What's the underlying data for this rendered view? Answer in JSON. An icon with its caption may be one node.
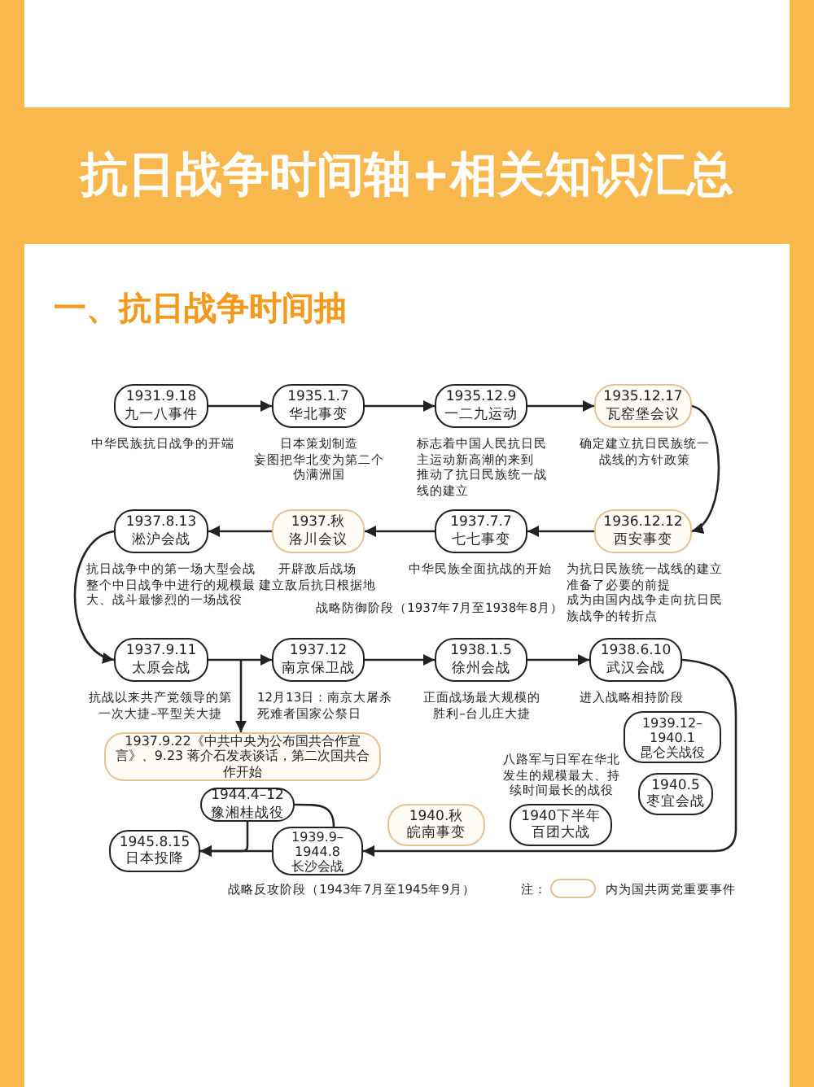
{
  "diagram": {
    "title": "抗日战争时间轴+相关知识汇总",
    "nodes": [
      {
        "text": [
          "1931.9.18",
          "九一八事件"
        ],
        "beside": [
          "中华民族抗日战争的开端"
        ]
      },
      {
        "text": [
          "1935.1.7",
          "华北事变"
        ],
        "beside": [
          "日本策划制造",
          "妄图把华北变为第二个伪满洲国"
        ]
      },
      {
        "text": [
          "1935.12.9",
          "一二九运动"
        ],
        "beside": [
          "标志着中国人民抗日民主运动新高潮的来到",
          "推动了抗日民族统一战线的建立"
        ]
      },
      {
        "text": [
          "1935.12.17",
          "瓦窑堡会议"
        ],
        "beside": [
          "确定建立抗日民族统一战线的方针政策"
        ]
      },
      {
        "text": [
          "1936.12.12",
          "西安事变"
        ],
        "beside": [
          "为抗日民族统一战线的建立准备了必要的前提",
          "成为由国内战争走向抗日民族战争的转折点"
        ]
      },
      {
        "text": [
          "1937.7.7",
          "七七事变"
        ],
        "beside": [
          "中华民族全面抗战的开始"
        ]
      },
      {
        "text": [
          "1937.秋",
          "洛川会议"
        ],
        "beside": [
          "开辟敌后战场",
          "建立敌后抗日根据地"
        ]
      },
      {
        "text": [
          "1937.8.13",
          "淞沪会战"
        ],
        "beside": [
          "抗日战争中的第一场大型会战",
          "整个中日战争中进行的规模最大、战斗最惨烈的一场战役"
        ]
      },
      {
        "text": [
          "1937.9.11",
          "太原会战"
        ],
        "beside": [
          "抗战以来共产党领导的第一次大捷–平型关大捷"
        ]
      },
      {
        "text": [
          "1937.12",
          "南京保卫战"
        ],
        "beside": [
          "12月13日：南京大屠杀死难者国家公祭日"
        ]
      },
      {
        "text": [
          "1938.1.5",
          "徐州会战"
        ],
        "beside": [
          "正面战场最大规模的胜利–台儿庄大捷"
        ]
      },
      {
        "text": [
          "1938.6.10",
          "武汉会战"
        ],
        "beside": [
          "进入战略相持阶段"
        ]
      },
      {
        "text": [
          "1937.9.22《中共中央为公布国共合作宣言》、9.23 蒋介石发表谈话，第二次国共合作开始"
        ]
      },
      {
        "text": [
          "1939.12–1940.1",
          "昆仑关战役"
        ]
      },
      {
        "text": [
          "1940.5",
          "枣宜会战"
        ]
      },
      {
        "text": [
          "1940下半年",
          "百团大战"
        ],
        "beside": [
          "八路军与日军在华北发生的规模最大、持续时间最长的战役"
        ]
      },
      {
        "text": [
          "1940.秋",
          "皖南事变"
        ]
      },
      {
        "text": [
          "1944.4–12",
          "豫湘桂战役"
        ]
      },
      {
        "text": [
          "1939.9–1944.8",
          "长沙会战"
        ]
      },
      {
        "text": [
          "1945.8.15",
          "日本投降"
        ]
      }
    ],
    "edges": [
      {
        "from": 0,
        "to": 1,
        "arrow": "to"
      },
      {
        "from": 1,
        "to": 2,
        "arrow": "to"
      },
      {
        "from": 2,
        "to": 3,
        "arrow": "to"
      },
      {
        "from": 3,
        "to": 4,
        "arrow": "to"
      },
      {
        "from": 4,
        "to": 5,
        "arrow": "to"
      },
      {
        "from": 5,
        "to": 6,
        "arrow": "to"
      },
      {
        "from": 6,
        "to": 7,
        "arrow": "to"
      },
      {
        "from": 7,
        "to": 8,
        "arrow": "to"
      },
      {
        "from": 8,
        "to": 9,
        "arrow": "to"
      },
      {
        "from": 9,
        "to": 10,
        "arrow": "to"
      },
      {
        "from": 10,
        "to": 11,
        "arrow": "to"
      },
      {
        "from": 11,
        "to": 18,
        "arrow": "to"
      },
      {
        "from": null,
        "to": 12,
        "arrow": "to"
      },
      {
        "from": 18,
        "to": 17,
        "arrow": "none"
      },
      {
        "from": 17,
        "to": 19,
        "arrow": "to"
      },
      {
        "from": 18,
        "to": 19,
        "arrow": "to"
      }
    ],
    "labels": [
      "一、抗日战争时间抽",
      "战略防御阶段（1937年7月至1938年8月）",
      "战略反攻阶段（1943年7月至1945年9月）",
      "注："
    ],
    "legend": [
      {
        "text": "内为国共两党重要事件"
      }
    ]
  }
}
